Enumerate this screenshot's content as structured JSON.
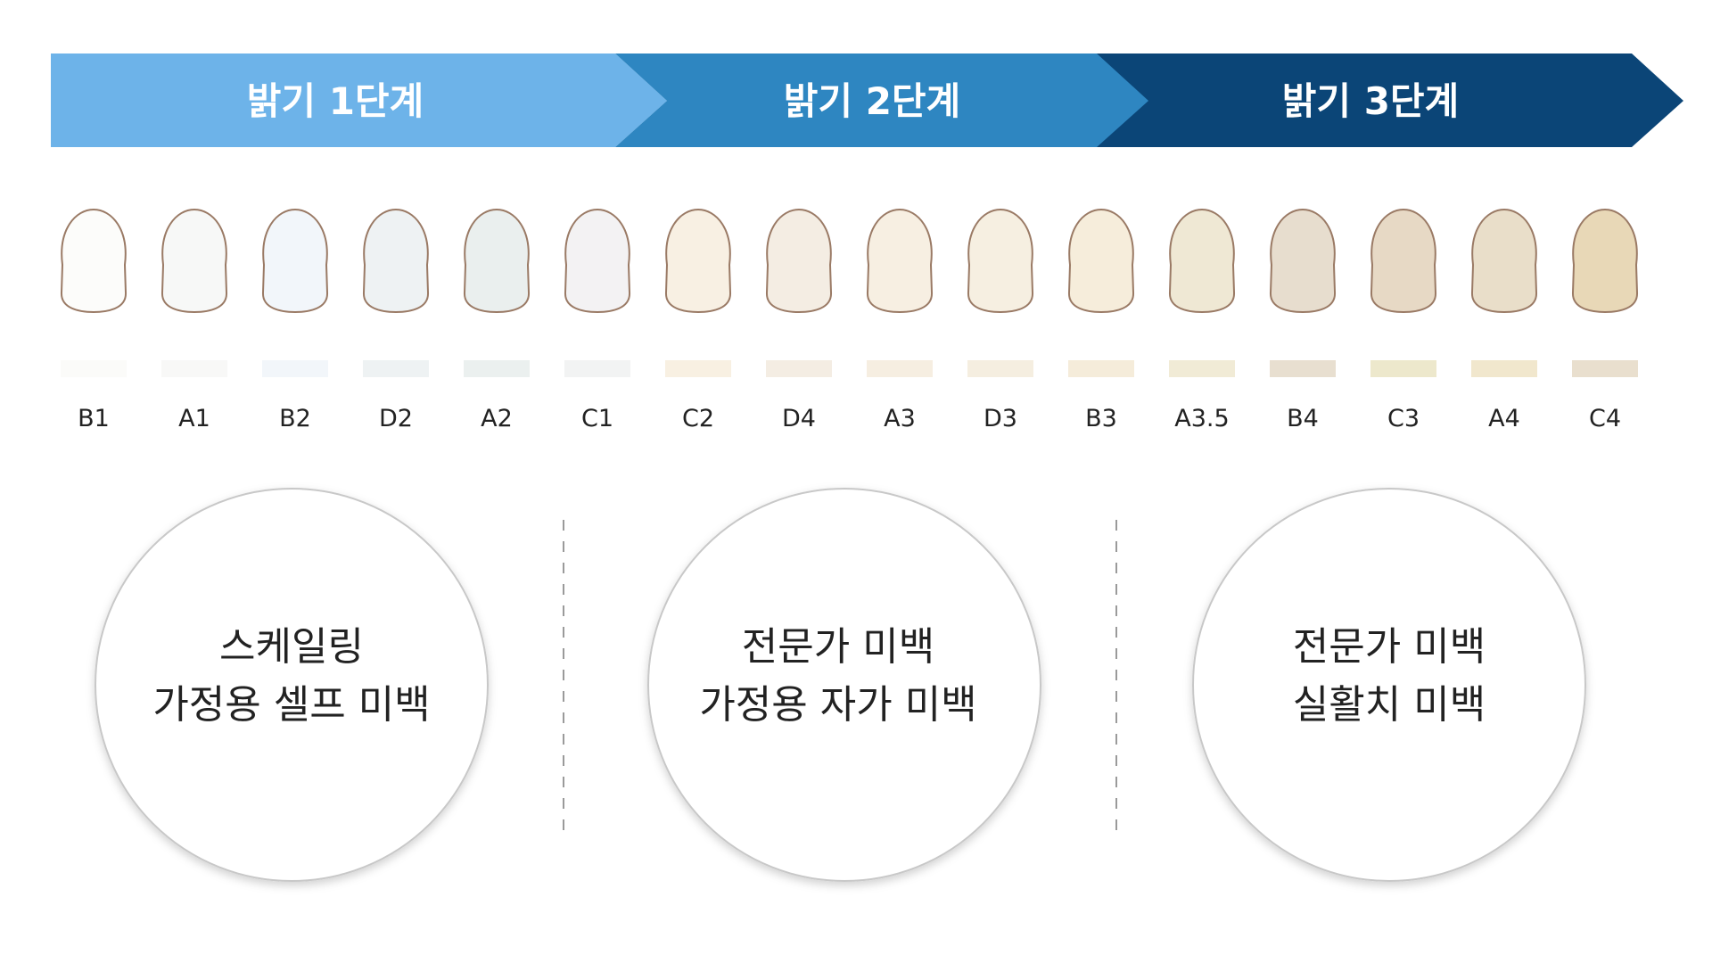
{
  "stages": [
    {
      "label": "밝기 1단계",
      "color": "#6db3e9"
    },
    {
      "label": "밝기 2단계",
      "color": "#2e86c1"
    },
    {
      "label": "밝기 3단계",
      "color": "#0b4577"
    }
  ],
  "shades": [
    {
      "code": "B1",
      "color": "#fcfcfa"
    },
    {
      "code": "A1",
      "color": "#f7f8f7"
    },
    {
      "code": "B2",
      "color": "#f2f6fa"
    },
    {
      "code": "D2",
      "color": "#eef2f3"
    },
    {
      "code": "A2",
      "color": "#eaefee"
    },
    {
      "code": "C1",
      "color": "#f3f2f3"
    },
    {
      "code": "C2",
      "color": "#f8f0e3"
    },
    {
      "code": "D4",
      "color": "#f4ede3"
    },
    {
      "code": "A3",
      "color": "#f7efe2"
    },
    {
      "code": "D3",
      "color": "#f6efe1"
    },
    {
      "code": "B3",
      "color": "#f6eddb"
    },
    {
      "code": "A3.5",
      "color": "#efe8d4"
    },
    {
      "code": "B4",
      "color": "#e7ddce"
    },
    {
      "code": "C3",
      "color": "#e7d9c5"
    },
    {
      "code": "A4",
      "color": "#e9dec9"
    },
    {
      "code": "C4",
      "color": "#e8d8b7"
    }
  ],
  "swatch_colors": [
    "#fbfbf9",
    "#f8f8f7",
    "#f2f6fa",
    "#eef2f3",
    "#ebf0ef",
    "#f2f3f3",
    "#f8f0e2",
    "#f4ede3",
    "#f6eee1",
    "#f5eee0",
    "#f5ecda",
    "#f1ebd6",
    "#e8dfd0",
    "#ede8cc",
    "#f1e7cd",
    "#e9dfce"
  ],
  "methods": [
    {
      "lines": [
        "스케일링",
        "가정용 셀프 미백"
      ]
    },
    {
      "lines": [
        "전문가 미백",
        "가정용 자가 미백"
      ]
    },
    {
      "lines": [
        "전문가 미백",
        "실활치 미백"
      ]
    }
  ],
  "colors": {
    "tooth_outline": "#9a7a65",
    "circle_border": "#c8c8c8",
    "divider": "#9a9a9a",
    "text_dark": "#222222"
  }
}
